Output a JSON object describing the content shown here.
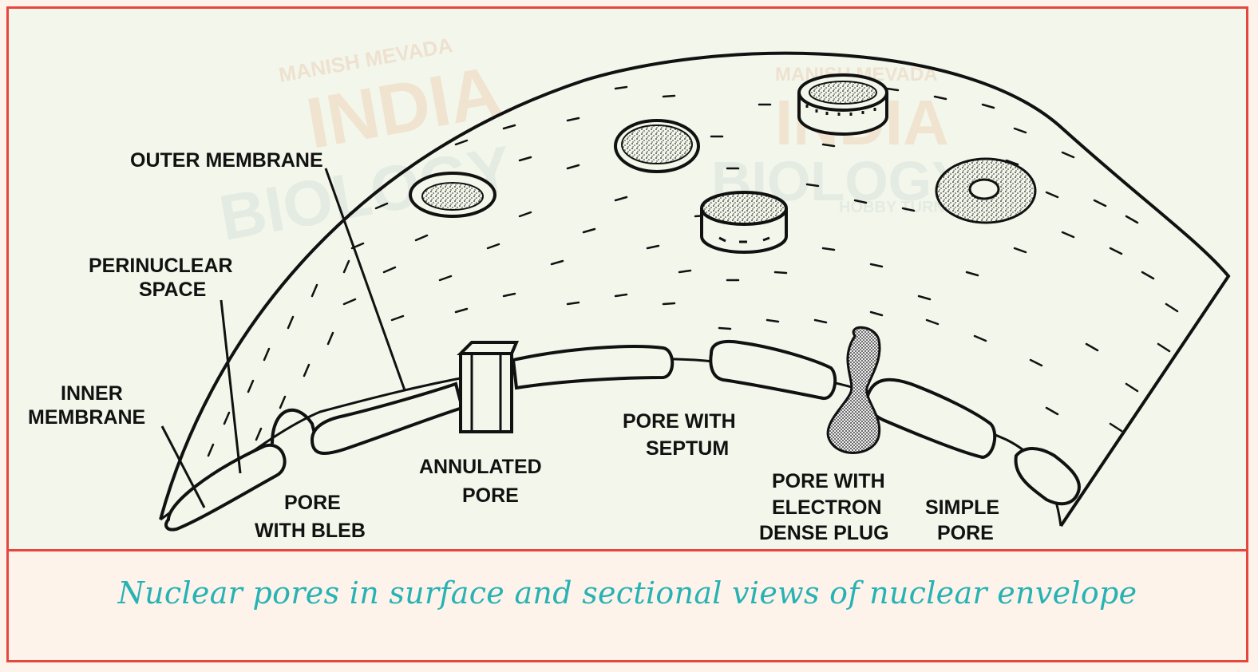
{
  "diagram": {
    "labels": {
      "outer_membrane": "OUTER MEMBRANE",
      "perinuclear_space_1": "PERINUCLEAR",
      "perinuclear_space_2": "SPACE",
      "inner_membrane_1": "INNER",
      "inner_membrane_2": "MEMBRANE",
      "pore_with_bleb_1": "PORE",
      "pore_with_bleb_2": "WITH BLEB",
      "annulated_pore_1": "ANNULATED",
      "annulated_pore_2": "PORE",
      "pore_with_septum_1": "PORE WITH",
      "pore_with_septum_2": "SEPTUM",
      "pore_with_plug_1": "PORE WITH",
      "pore_with_plug_2": "ELECTRON",
      "pore_with_plug_3": "DENSE PLUG",
      "simple_pore_1": "SIMPLE",
      "simple_pore_2": "PORE"
    },
    "watermark": {
      "author": "MANISH MEVADA",
      "brand_1": "INDIA",
      "brand_2": "BIOLOGY",
      "tagline": "HOBBY TURNED"
    }
  },
  "caption": "Nuclear pores in surface and sectional views of nuclear envelope",
  "colors": {
    "border": "#e5473e",
    "figure_bg": "#f3f6ea",
    "caption_bg": "#fdf3ea",
    "caption_text": "#27b2b4",
    "ink": "#111111"
  }
}
